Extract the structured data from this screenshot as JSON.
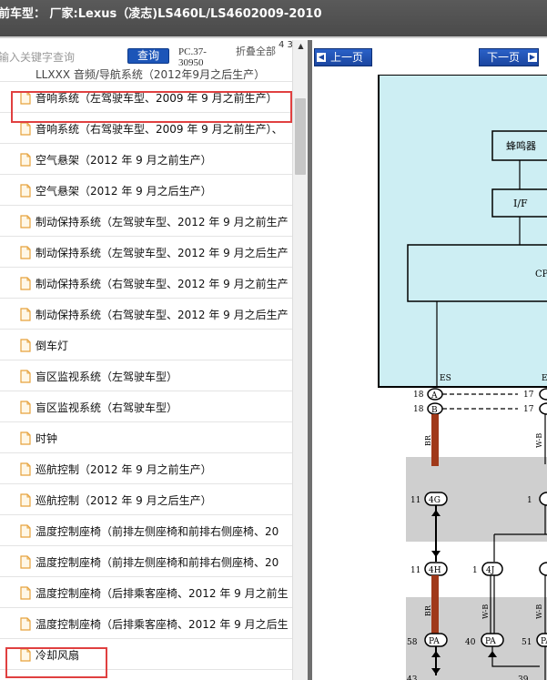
{
  "title": "前车型：  厂家:Lexus（凌志)LS460L/LS4602009-2010",
  "left": {
    "search_placeholder": "输入关键字查询",
    "query_label": "查询",
    "code": "PC.37-30950",
    "fold_label": "折叠全部",
    "page_num": "4 3",
    "partial_item": "LLXXX  音频/导航系统（2012年9月之后生产）",
    "items": [
      "音响系统（左驾驶车型、2009 年 9 月之前生产）",
      "音响系统（右驾驶车型、2009 年 9 月之前生产）、",
      "空气悬架（2012 年 9 月之前生产）",
      "空气悬架（2012 年 9 月之后生产）",
      "制动保持系统（左驾驶车型、2012 年 9 月之前生产",
      "制动保持系统（左驾驶车型、2012 年 9 月之后生产",
      "制动保持系统（右驾驶车型、2012 年 9 月之前生产",
      "制动保持系统（右驾驶车型、2012 年 9 月之后生产",
      "倒车灯",
      "盲区监视系统（左驾驶车型）",
      "盲区监视系统（右驾驶车型）",
      "时钟",
      "巡航控制（2012 年 9 月之前生产）",
      "巡航控制（2012 年 9 月之后生产）",
      "温度控制座椅（前排左侧座椅和前排右侧座椅、20",
      "温度控制座椅（前排左侧座椅和前排右侧座椅、20",
      "温度控制座椅（后排乘客座椅、2012 年 9 月之前生",
      "温度控制座椅（后排乘客座椅、2012 年 9 月之后生",
      "冷却风扇"
    ]
  },
  "right": {
    "prev_label": "上一页",
    "next_label": "下一页",
    "diagram": {
      "buzzer": "蜂鸣器",
      "if_box": "I/F",
      "cpu": "CP",
      "es": "ES",
      "es2": "E",
      "pins": [
        "18",
        "18",
        "17",
        "17",
        "11",
        "11",
        "1",
        "1",
        "58",
        "40",
        "51",
        "43",
        "39"
      ],
      "connectors": [
        "A",
        "B",
        "4G",
        "4H",
        "4J",
        "PA",
        "PA",
        "PA"
      ],
      "wire_br": "BR",
      "wire_wb": "W-B"
    }
  },
  "colors": {
    "diagram_blue": "#cdeef3",
    "wire_brown": "#a0391a",
    "highlight": "#e04040",
    "button_blue": "#1c55b8",
    "band_gray": "#cfcfcf"
  }
}
